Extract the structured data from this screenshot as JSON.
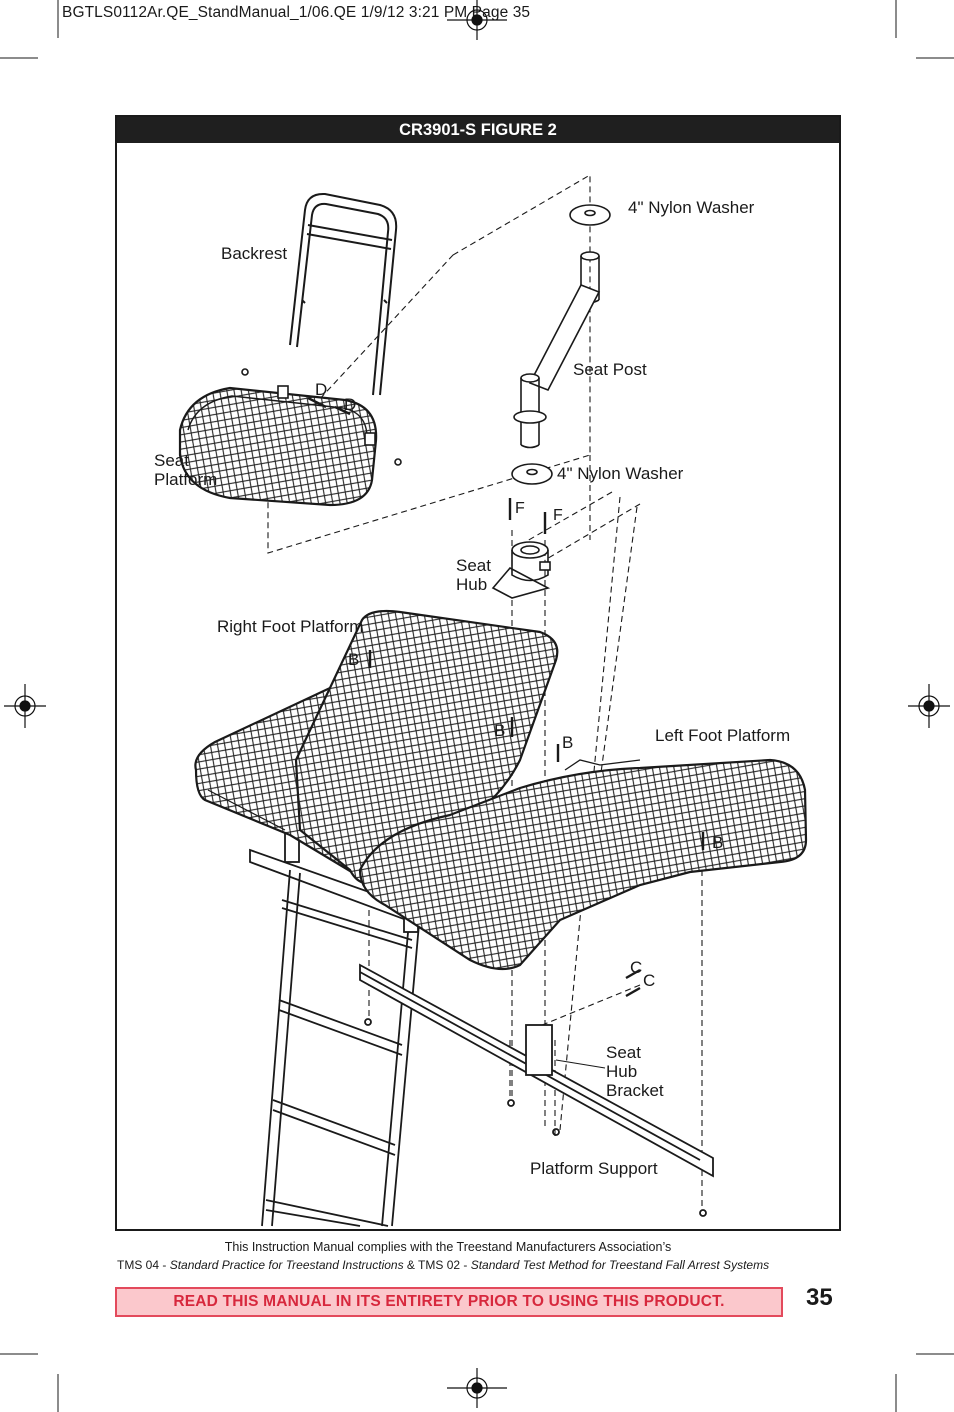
{
  "header": {
    "slug": "BGTLS0112Ar.QE_StandManual_1/06.QE  1/9/12  3:21 PM  Page 35"
  },
  "figure": {
    "title": "CR3901-S  FIGURE 2",
    "labels": {
      "nylon_washer_top": "4\" Nylon Washer",
      "backrest": "Backrest",
      "seat_post": "Seat Post",
      "nylon_washer_bottom": "4\" Nylon Washer",
      "seat_platform_1": "Seat",
      "seat_platform_2": "Platform",
      "d1": "D",
      "d2": "D",
      "f1": "F",
      "f2": "F",
      "seat_hub_1": "Seat",
      "seat_hub_2": "Hub",
      "right_foot_platform": "Right Foot Platform",
      "b1": "B",
      "b2": "B",
      "b3": "B",
      "b4": "B",
      "left_foot_platform": "Left Foot Platform",
      "c1": "C",
      "c2": "C",
      "seat_hub_bracket_1": "Seat",
      "seat_hub_bracket_2": "Hub",
      "seat_hub_bracket_3": "Bracket",
      "platform_support": "Platform Support"
    }
  },
  "footer": {
    "line1": "This Instruction Manual complies with the Treestand Manufacturers Association’s",
    "line2_a": "TMS 04 - ",
    "line2_b": "Standard Practice for Treestand Instructions",
    "line2_c": " & TMS 02 - ",
    "line2_d": "Standard Test Method for Treestand Fall Arrest Systems",
    "banner": "READ THIS MANUAL IN ITS ENTIRETY PRIOR TO USING THIS PRODUCT.",
    "page_number": "35"
  }
}
